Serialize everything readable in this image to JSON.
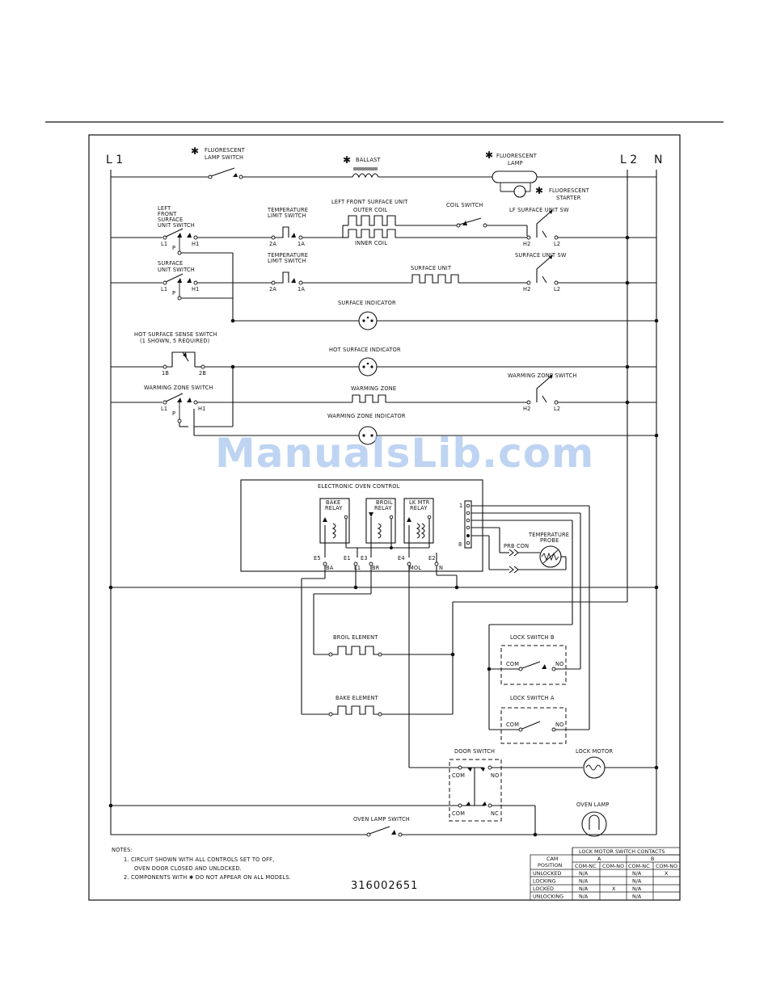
{
  "rails": {
    "l1": "L 1",
    "l2": "L 2",
    "n": "N"
  },
  "row1": {
    "star": "✱",
    "lamp_switch": [
      "FLUORESCENT",
      "LAMP SWITCH"
    ],
    "ballast": "BALLAST",
    "lamp": [
      "FLUORESCENT",
      "LAMP"
    ],
    "starter": [
      "FLUORESCENT",
      "STARTER"
    ]
  },
  "row2": {
    "switch": [
      "LEFT",
      "FRONT",
      "SURFACE",
      "UNIT SWITCH"
    ],
    "limit": [
      "TEMPERATURE",
      "LIMIT SWITCH"
    ],
    "unit": "LEFT FRONT SURFACE UNIT",
    "outer": "OUTER COIL",
    "inner": "INNER COIL",
    "coil_switch": "COIL SWITCH",
    "sw": "LF SURFACE UNIT SW"
  },
  "row3": {
    "switch": [
      "SURFACE",
      "UNIT SWITCH"
    ],
    "limit": [
      "TEMPERATURE",
      "LIMIT SWITCH"
    ],
    "unit": "SURFACE UNIT",
    "sw": "SURFACE UNIT SW"
  },
  "terms": {
    "l1": "L1",
    "h1": "H1",
    "h2": "H2",
    "l2": "L2",
    "p": "P",
    "t2a": "2A",
    "t1a": "1A",
    "t1b": "1B",
    "t2b": "2B"
  },
  "surface_indicator": "SURFACE INDICATOR",
  "hot": {
    "switch": [
      "HOT SURFACE SENSE SWITCH",
      "(1 SHOWN, 5 REQUIRED)"
    ],
    "indicator": "HOT SURFACE INDICATOR"
  },
  "warming": {
    "switch": "WARMING ZONE SWITCH",
    "zone": "WARMING ZONE",
    "zone_switch": "WARMING ZONE SWITCH",
    "indicator": "WARMING ZONE INDICATOR"
  },
  "watermark": "ManualsLib.com",
  "control": {
    "title": "ELECTRONIC OVEN CONTROL",
    "bake": [
      "BAKE",
      "RELAY"
    ],
    "broil": [
      "BROIL",
      "RELAY"
    ],
    "lk": [
      "LK MTR",
      "RELAY"
    ],
    "e": [
      "E5",
      "E1",
      "E3",
      "E4",
      "E2"
    ],
    "pins": [
      "BA",
      "L1",
      "BR",
      "MOL",
      "N"
    ],
    "pin1": "1",
    "pin8": "8",
    "prb": "PRB CON",
    "probe": [
      "TEMPERATURE",
      "PROBE"
    ]
  },
  "elements": {
    "broil": "BROIL ELEMENT",
    "bake": "BAKE ELEMENT"
  },
  "locks": {
    "b": "LOCK SWITCH B",
    "a": "LOCK SWITCH A",
    "com": "COM",
    "no": "NO"
  },
  "door": {
    "title": "DOOR SWITCH",
    "com": "COM",
    "no": "NO",
    "nc": "NC"
  },
  "lock_motor": "LOCK MOTOR",
  "oven_lamp": "OVEN LAMP",
  "oven_lamp_switch": "OVEN LAMP SWITCH",
  "notes": [
    "NOTES:",
    "1. CIRCUIT SHOWN WITH ALL CONTROLS SET TO OFF,",
    "OVEN DOOR CLOSED AND UNLOCKED.",
    "2. COMPONENTS WITH ✱ DO NOT APPEAR ON ALL MODELS."
  ],
  "part_number": "316002651",
  "table": {
    "title": "LOCK MOTOR SWITCH CONTACTS",
    "cam": [
      "CAM",
      "POSITION"
    ],
    "groups": [
      "A",
      "B"
    ],
    "subheads": [
      "COM-NC",
      "COM-NO",
      "COM-NC",
      "COM-NO"
    ],
    "rows": [
      [
        "UNLOCKED",
        "N/A",
        "",
        "N/A",
        "X"
      ],
      [
        "LOCKING",
        "N/A",
        "",
        "N/A",
        ""
      ],
      [
        "LOCKED",
        "N/A",
        "X",
        "N/A",
        ""
      ],
      [
        "UNLOCKING",
        "N/A",
        "",
        "N/A",
        ""
      ]
    ]
  }
}
